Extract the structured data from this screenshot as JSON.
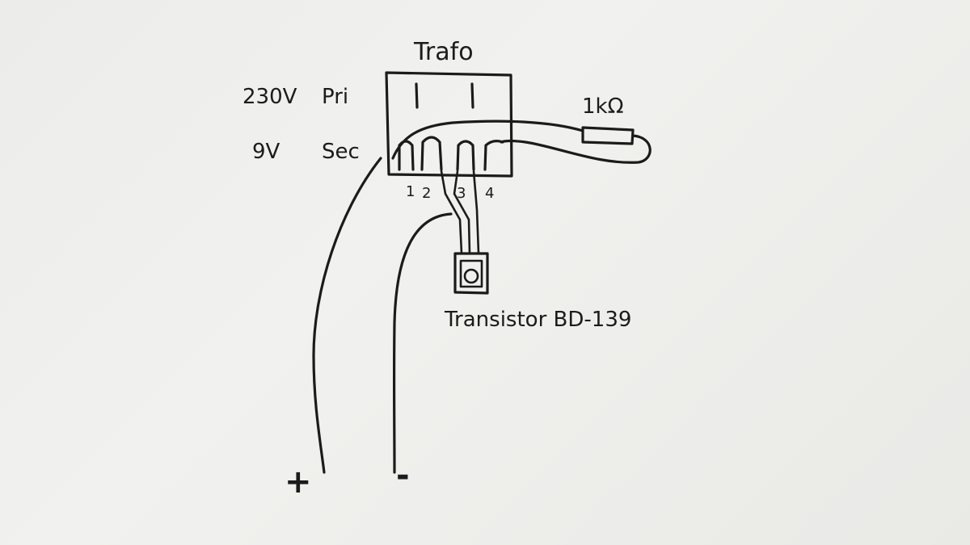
{
  "labels": {
    "transformer": "Trafo",
    "primary_voltage": "230V",
    "primary": "Pri",
    "secondary_voltage": "9V",
    "secondary": "Sec",
    "resistor": "1kΩ",
    "transistor": "Transistor BD-139",
    "pin_1": "1",
    "pin_2": "2",
    "pin_3": "3",
    "pin_4": "4",
    "plus": "+",
    "minus": "-"
  },
  "colors": {
    "ink": "#1b1b1b",
    "paper": "#eeeeec"
  }
}
